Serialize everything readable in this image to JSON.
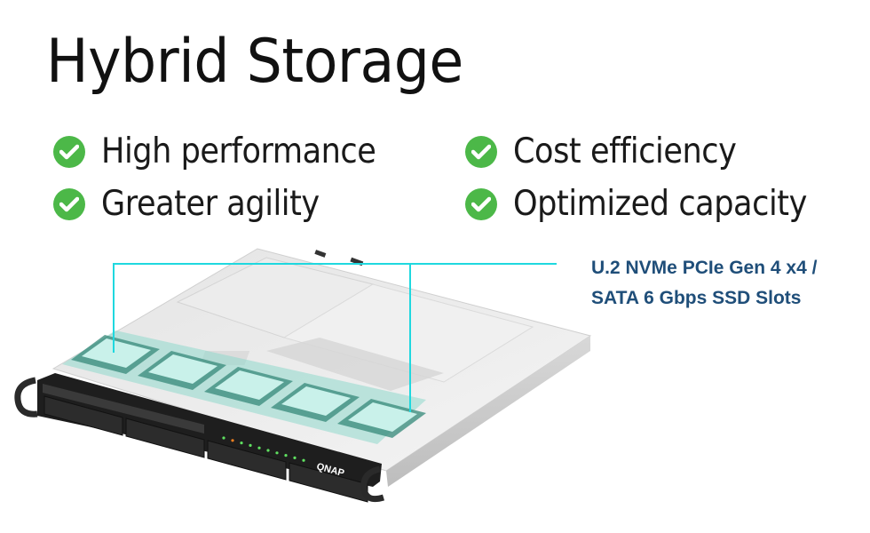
{
  "title": "Hybrid Storage",
  "features": [
    {
      "label": "High performance",
      "icon": "check-circle-icon"
    },
    {
      "label": "Cost efficiency",
      "icon": "check-circle-icon"
    },
    {
      "label": "Greater agility",
      "icon": "check-circle-icon"
    },
    {
      "label": "Optimized capacity",
      "icon": "check-circle-icon"
    }
  ],
  "callout": {
    "line1": "U.2 NVMe PCIe Gen 4 x4 /",
    "line2": "SATA 6 Gbps SSD Slots"
  },
  "device": {
    "brand_logo": "QNAP",
    "drive_count": 5,
    "front_bays": 4
  },
  "colors": {
    "check": "#4cb848",
    "callout_text": "#1f4e79",
    "callout_line": "#1fd8df",
    "ssd_tint": "#8fd8cc"
  }
}
